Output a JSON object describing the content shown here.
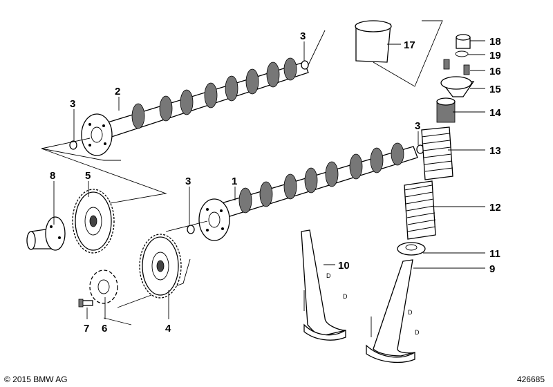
{
  "callouts": {
    "c1": "1",
    "c2": "2",
    "c3a": "3",
    "c3b": "3",
    "c3c": "3",
    "c3d": "3",
    "c4": "4",
    "c5": "5",
    "c6": "6",
    "c7": "7",
    "c8": "8",
    "c9": "9",
    "c10": "10",
    "c11": "11",
    "c12": "12",
    "c13": "13",
    "c14": "14",
    "c15": "15",
    "c16": "16",
    "c17": "17",
    "c18": "18",
    "c19": "19"
  },
  "dimension_label": "D",
  "footer": {
    "copyright": "© 2015 BMW AG",
    "diagram_id": "426685"
  }
}
